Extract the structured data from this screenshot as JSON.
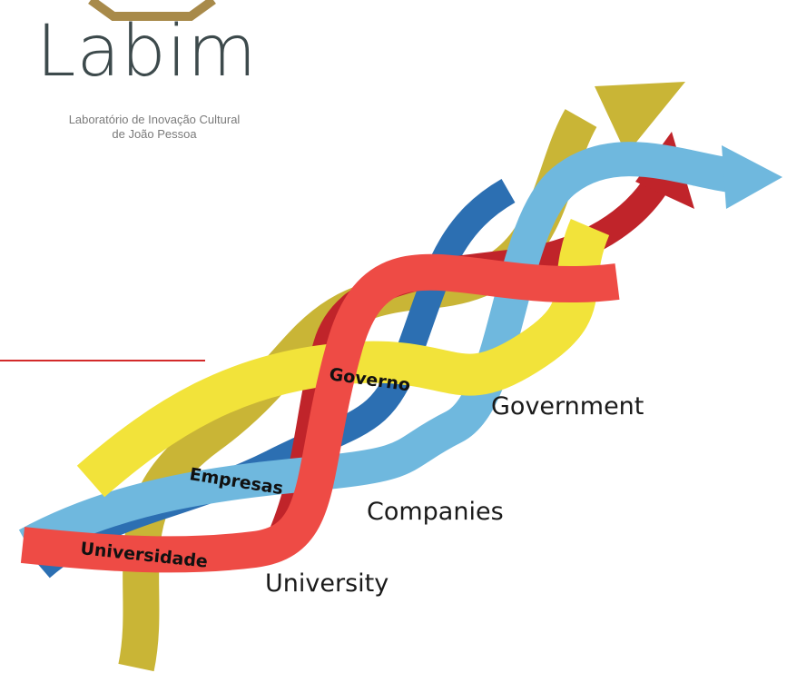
{
  "logo": {
    "wordmark": "Labim",
    "subtitle_line1": "Laboratório de Inovação Cultural",
    "subtitle_line2": "de João Pessoa",
    "color": "#3d4a4c",
    "accent": "#a88a4a"
  },
  "helix": {
    "strands": [
      {
        "label": "Governo",
        "color": "#f2e33a"
      },
      {
        "label": "Empresas",
        "color": "#6fb8de"
      },
      {
        "label": "Universidade",
        "color": "#ee4b45"
      }
    ],
    "twist_colors": {
      "gold": "#c9b536",
      "blue": "#2c6fb2",
      "red": "#c0242a"
    }
  },
  "labels": {
    "government": "Government",
    "companies": "Companies",
    "university": "University"
  }
}
